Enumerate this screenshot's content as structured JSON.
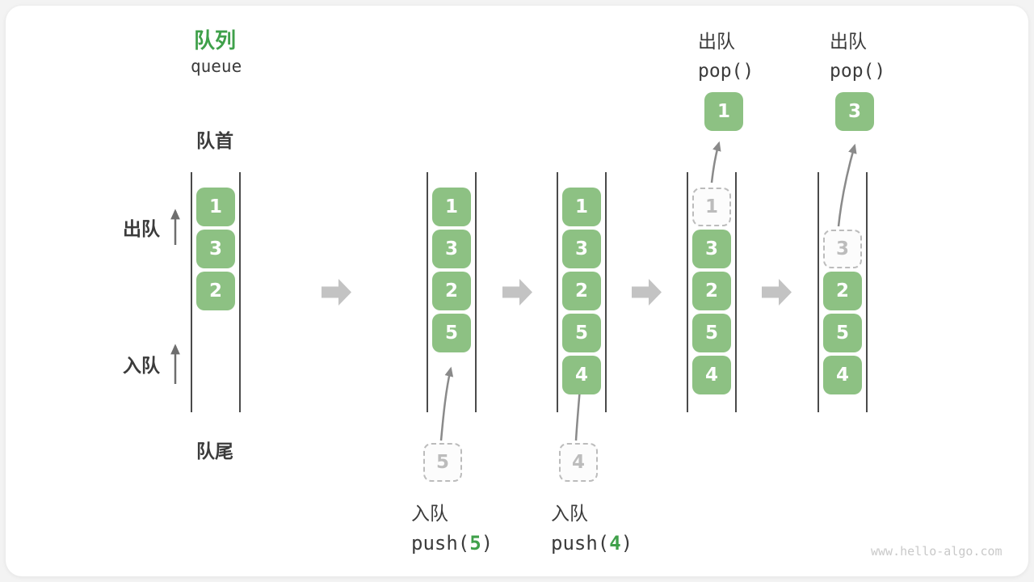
{
  "title": {
    "zh": "队列",
    "en": "queue"
  },
  "side_labels": {
    "front": "队首",
    "rear": "队尾",
    "dequeue": "出队",
    "enqueue": "入队"
  },
  "watermark": "www.hello-algo.com",
  "colors": {
    "green": "#8dc183",
    "green_dark": "#3fa04a",
    "text_dark": "#3b3b3b",
    "wall": "#4a4a4a",
    "block_arrow": "#c3c3c3",
    "thin_arrow": "#8a8a8a",
    "left_arrow": "#6e6e6e",
    "dashed": "#bcbcbc",
    "watermark": "#c9c9c9",
    "page_bg": "#f3f3f3",
    "card_bg": "#ffffff"
  },
  "states": [
    {
      "name": "initial",
      "cells": [
        "1",
        "3",
        "2"
      ]
    },
    {
      "name": "after-push-5",
      "cells": [
        "1",
        "3",
        "2",
        "5"
      ],
      "pending": "5",
      "op": {
        "zh": "入队",
        "fn": "push(",
        "arg": "5",
        "close": ")"
      }
    },
    {
      "name": "after-push-4",
      "cells": [
        "1",
        "3",
        "2",
        "5",
        "4"
      ],
      "pending": "4",
      "op": {
        "zh": "入队",
        "fn": "push(",
        "arg": "4",
        "close": ")"
      }
    },
    {
      "name": "pop-1",
      "dashed_cell": "1",
      "cells": [
        "3",
        "2",
        "5",
        "4"
      ],
      "popped": "1",
      "op": {
        "zh": "出队",
        "fn": "pop()"
      }
    },
    {
      "name": "pop-3",
      "dashed_cell": "3",
      "cells": [
        "2",
        "5",
        "4"
      ],
      "popped": "3",
      "op": {
        "zh": "出队",
        "fn": "pop()"
      }
    }
  ]
}
